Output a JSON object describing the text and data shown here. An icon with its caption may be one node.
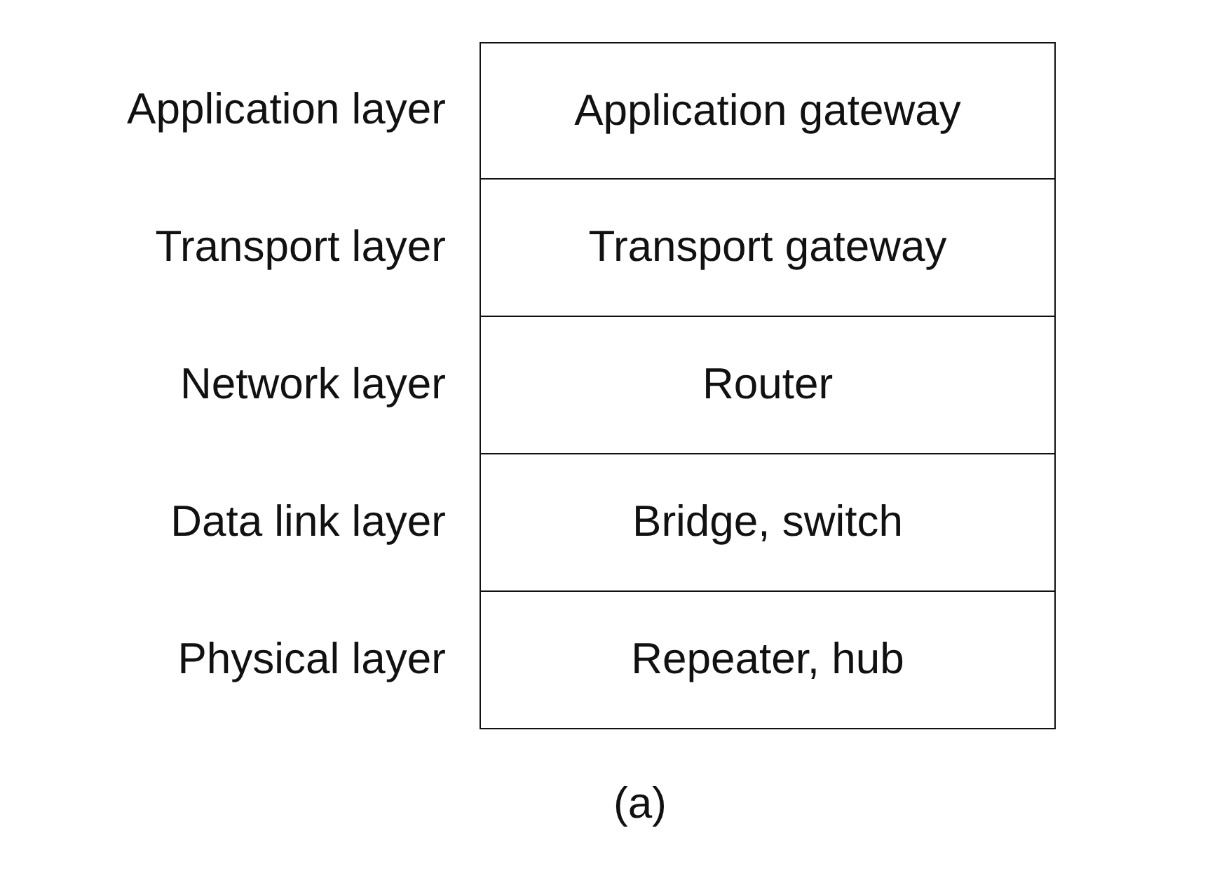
{
  "diagram": {
    "caption": "(a)",
    "nodes": [
      {
        "text": [
          "Application gateway"
        ],
        "beside": [
          "Application layer"
        ]
      },
      {
        "text": [
          "Transport gateway"
        ],
        "beside": [
          "Transport layer"
        ]
      },
      {
        "text": [
          "Router"
        ],
        "beside": [
          "Network layer"
        ]
      },
      {
        "text": [
          "Bridge, switch"
        ],
        "beside": [
          "Data link layer"
        ]
      },
      {
        "text": [
          "Repeater, hub"
        ],
        "beside": [
          "Physical layer"
        ]
      }
    ],
    "edges": []
  }
}
